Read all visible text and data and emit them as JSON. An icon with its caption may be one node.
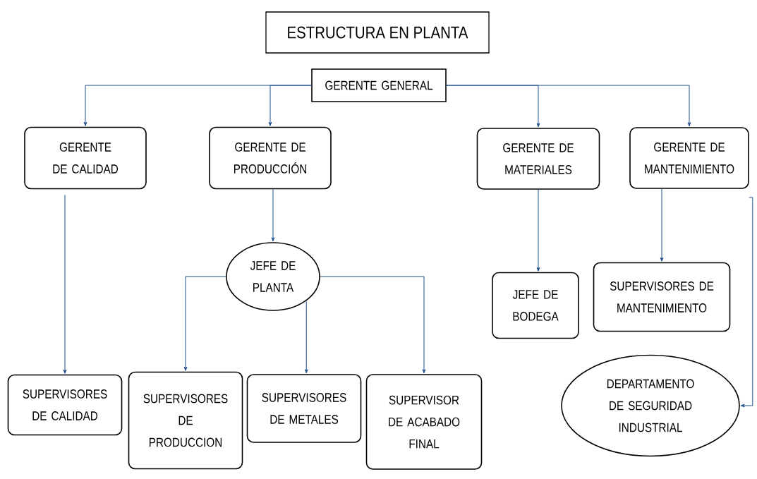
{
  "diagram": {
    "title": "ESTRUCTURA EN PLANTA",
    "nodes": [
      {
        "text": [
          "GERENTE GENERAL"
        ]
      },
      {
        "text": [
          "GERENTE DE CALIDAD"
        ]
      },
      {
        "text": [
          "GERENTE DE PRODUCCIÓN"
        ]
      },
      {
        "text": [
          "GERENTE DE MATERIALES"
        ]
      },
      {
        "text": [
          "GERENTE DE MANTENIMIENTO"
        ]
      },
      {
        "text": [
          "JEFE DE PLANTA"
        ]
      },
      {
        "text": [
          "JEFE DE BODEGA"
        ]
      },
      {
        "text": [
          "SUPERVISORES DE MANTENIMIENTO"
        ]
      },
      {
        "text": [
          "SUPERVISORES DE CALIDAD"
        ]
      },
      {
        "text": [
          "SUPERVISORES DE PRODUCCION"
        ]
      },
      {
        "text": [
          "SUPERVISORES DE METALES"
        ]
      },
      {
        "text": [
          "SUPERVISOR DE ACABADO FINAL"
        ]
      },
      {
        "text": [
          "DEPARTAMENTO DE SEGURIDAD INDUSTRIAL"
        ]
      }
    ],
    "edges": [
      {
        "from": 0,
        "to": 1,
        "arrow": "to"
      },
      {
        "from": 0,
        "to": 2,
        "arrow": "to"
      },
      {
        "from": 0,
        "to": 3,
        "arrow": "to"
      },
      {
        "from": 0,
        "to": 4,
        "arrow": "to"
      },
      {
        "from": 1,
        "to": 8,
        "arrow": "to"
      },
      {
        "from": 2,
        "to": 5,
        "arrow": "to"
      },
      {
        "from": 5,
        "to": 9,
        "arrow": "to"
      },
      {
        "from": 5,
        "to": 10,
        "arrow": "to"
      },
      {
        "from": 5,
        "to": 11,
        "arrow": "to"
      },
      {
        "from": 3,
        "to": 6,
        "arrow": "to"
      },
      {
        "from": 4,
        "to": 7,
        "arrow": "to"
      },
      {
        "from": 4,
        "to": 12,
        "arrow": "to"
      }
    ]
  }
}
